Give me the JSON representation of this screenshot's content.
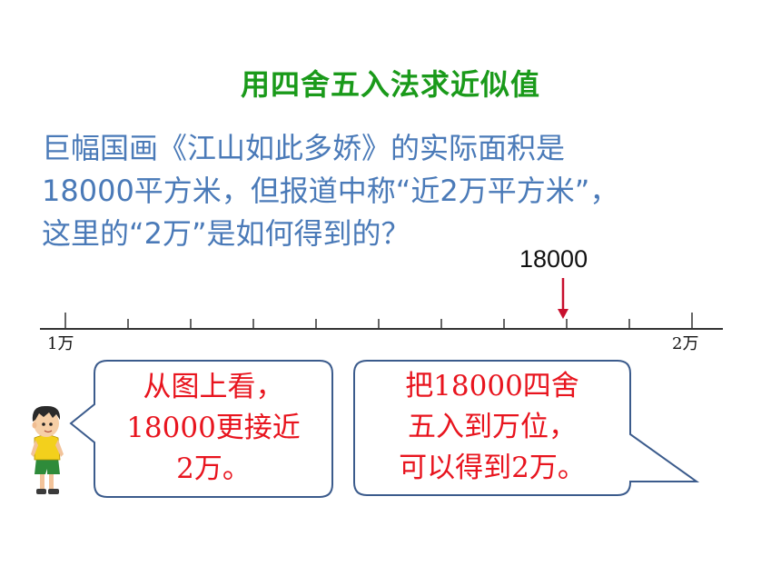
{
  "title": "用四舍五入法求近似值",
  "question": {
    "line1": "巨幅国画《江山如此多娇》的实际面积是",
    "line2": "18000平方米，但报道中称“近2万平方米”，",
    "line3": "这里的“2万”是如何得到的？"
  },
  "number_line": {
    "marker_value": "18000",
    "left_label": "1万",
    "right_label": "2万",
    "marker_color": "#c8102e"
  },
  "bubble_left": {
    "line1": "从图上看，",
    "line2": "18000更接近",
    "line3": "2万。"
  },
  "bubble_right": {
    "line1": "把18000四舍",
    "line2": "五入到万位，",
    "line3": "可以得到2万。"
  },
  "colors": {
    "title": "#1a9a1a",
    "question": "#4a7ab8",
    "bubble_text": "#e8141e",
    "bubble_border": "#3b5b8c"
  }
}
